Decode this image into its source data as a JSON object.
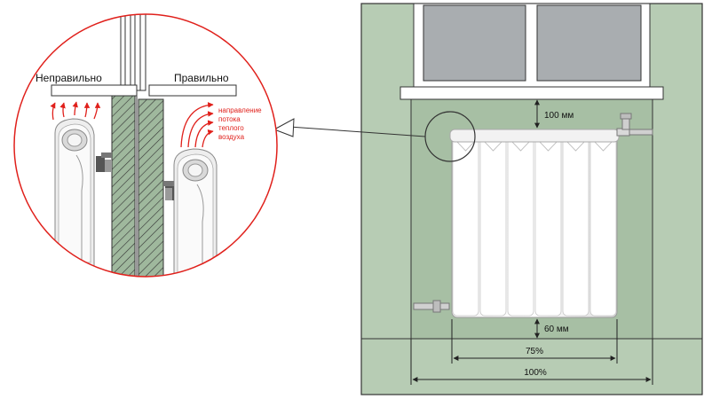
{
  "detail": {
    "wrong_label": "Неправильно",
    "right_label": "Правильно",
    "airflow_label_lines": [
      "направление",
      "потока",
      "теплого",
      "воздуха"
    ]
  },
  "installation": {
    "top_gap_label": "100 мм",
    "bottom_gap_label": "60 мм",
    "radiator_width_label": "75%",
    "niche_width_label": "100%",
    "radiator_sections": 6
  },
  "colors": {
    "wall": "#b7ccb4",
    "niche": "#a7bfa4",
    "glass": "#a9adb0",
    "accent": "#e0201b",
    "line": "#222222"
  }
}
